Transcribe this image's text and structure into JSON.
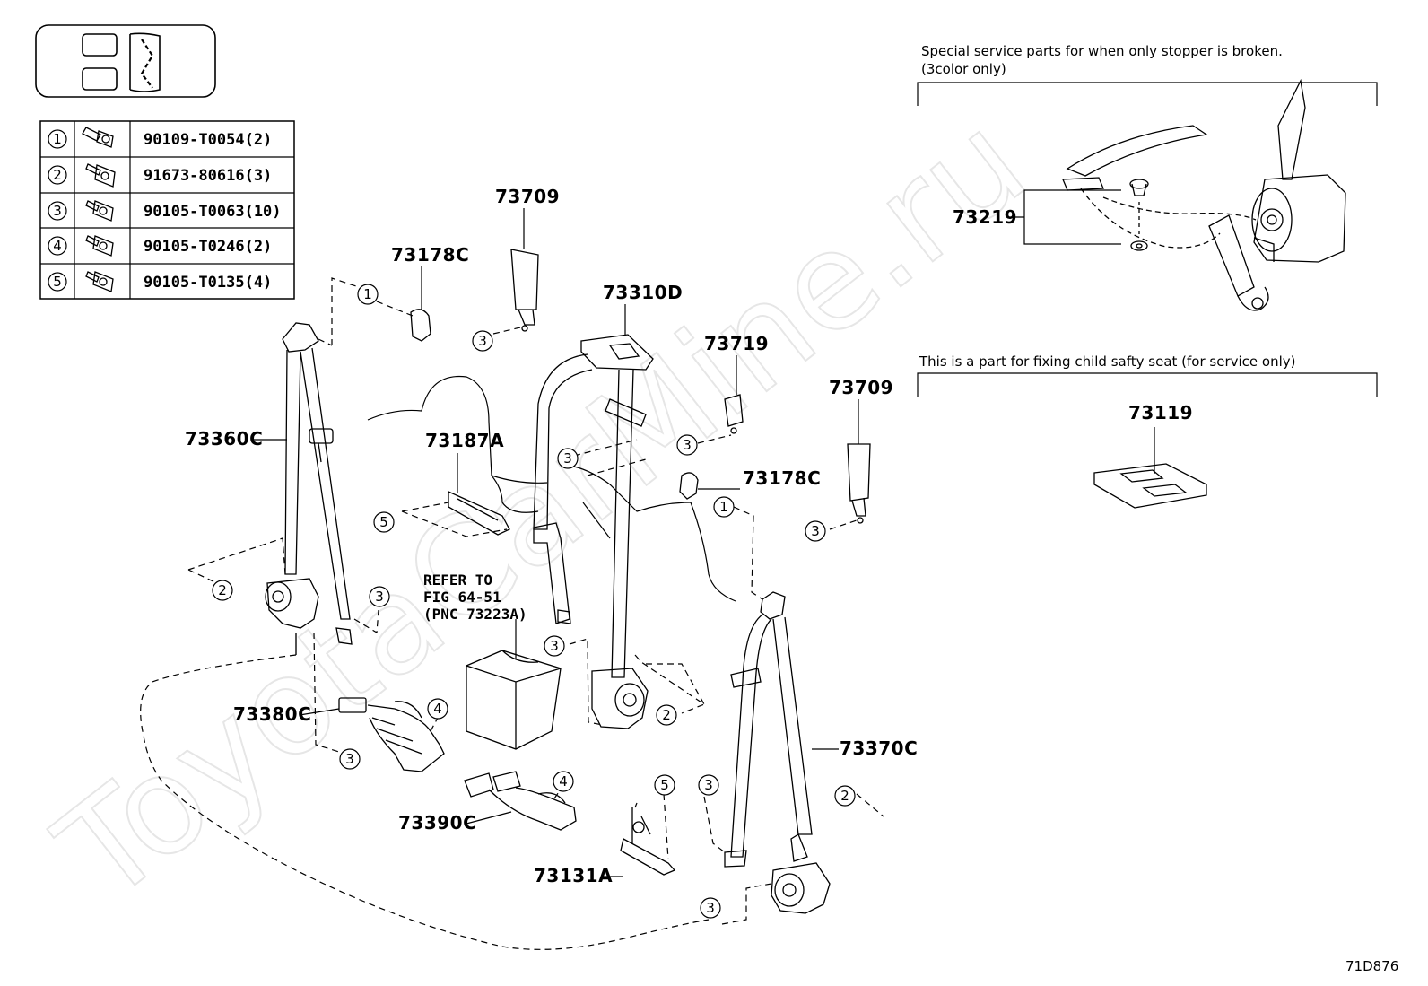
{
  "watermark": "ToyotaCarMine.ru",
  "diagram_code": "71D876",
  "bolt_table": [
    {
      "no": "1",
      "part": "90109-T0054(2)"
    },
    {
      "no": "2",
      "part": "91673-80616(3)"
    },
    {
      "no": "3",
      "part": "90105-T0063(10)"
    },
    {
      "no": "4",
      "part": "90105-T0246(2)"
    },
    {
      "no": "5",
      "part": "90105-T0135(4)"
    }
  ],
  "labels": {
    "p73709a": "73709",
    "p73178c_top": "73178C",
    "p73310d": "73310D",
    "p73719": "73719",
    "p73709b": "73709",
    "p73360c": "73360C",
    "p73187a": "73187A",
    "p73178c_mid": "73178C",
    "p73380c": "73380C",
    "p73390c": "73390C",
    "p73131a": "73131A",
    "p73370c": "73370C",
    "p73219": "73219",
    "p73119": "73119"
  },
  "refer": {
    "line1": "REFER TO",
    "line2": "FIG 64-51",
    "line3": "(PNC 73223A)"
  },
  "notes": {
    "special_line1": "Special service parts for when only stopper is broken.",
    "special_line2": "(3color only)",
    "child_seat": "This is a part for fixing child safty seat (for service only)"
  },
  "callouts": [
    "1",
    "3",
    "5",
    "2",
    "3",
    "3",
    "4",
    "3",
    "4",
    "5",
    "3",
    "2",
    "3",
    "3",
    "1",
    "3",
    "3",
    "2"
  ]
}
